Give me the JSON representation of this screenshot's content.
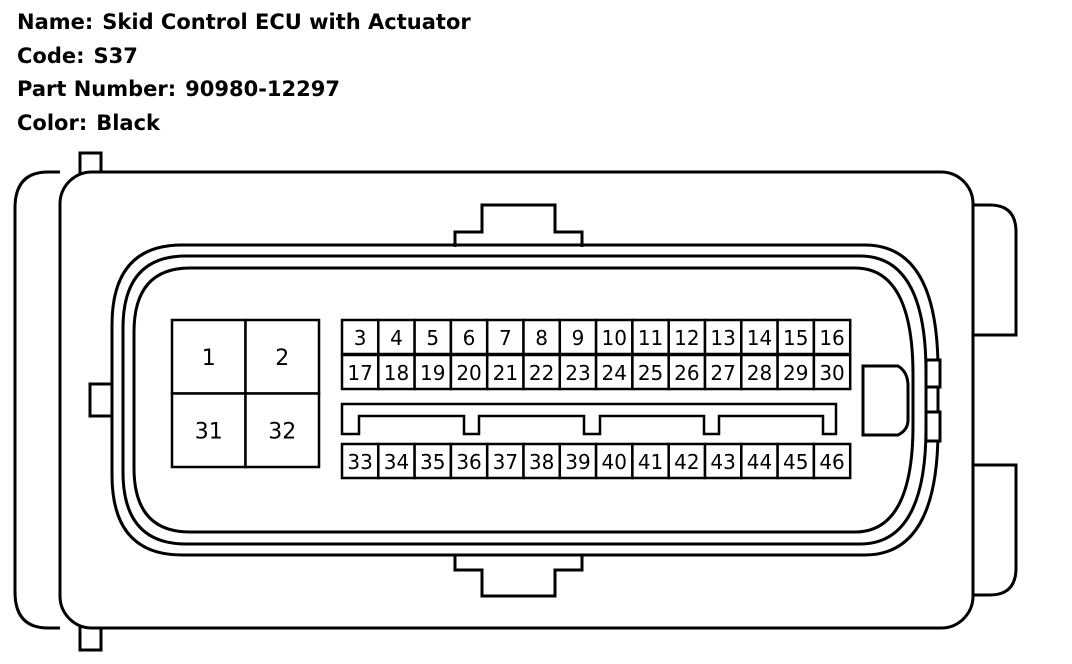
{
  "connector": {
    "name_label": "Name:",
    "name": "Skid Control ECU with Actuator",
    "code_label": "Code:",
    "code": "S37",
    "part_label": "Part Number:",
    "part_number": "90980-12297",
    "color_label": "Color:",
    "color": "Black"
  },
  "large_pins": [
    [
      "1",
      "2"
    ],
    [
      "31",
      "32"
    ]
  ],
  "small_pins": [
    [
      "3",
      "4",
      "5",
      "6",
      "7",
      "8",
      "9",
      "10",
      "11",
      "12",
      "13",
      "14",
      "15",
      "16"
    ],
    [
      "17",
      "18",
      "19",
      "20",
      "21",
      "22",
      "23",
      "24",
      "25",
      "26",
      "27",
      "28",
      "29",
      "30"
    ],
    [
      "33",
      "34",
      "35",
      "36",
      "37",
      "38",
      "39",
      "40",
      "41",
      "42",
      "43",
      "44",
      "45",
      "46"
    ]
  ],
  "colors": {
    "line": "#000000",
    "background": "#ffffff"
  }
}
